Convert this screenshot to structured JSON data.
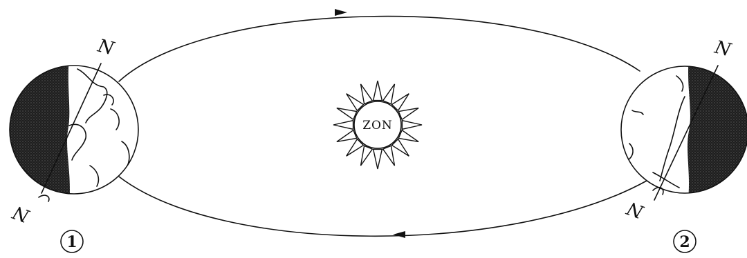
{
  "sun": {
    "label": "ZON"
  },
  "earth_1": {
    "number": "1",
    "north_label": "N",
    "south_label": "N"
  },
  "earth_2": {
    "number": "2",
    "north_label": "N",
    "south_label": "N"
  },
  "colors": {
    "ink": "#111111",
    "night": "#2a2a2a",
    "day": "#ffffff"
  }
}
